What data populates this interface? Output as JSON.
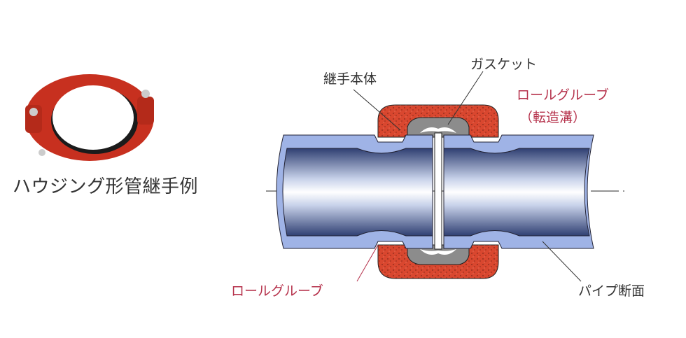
{
  "photo": {
    "caption": "ハウジング形管継手例"
  },
  "diagram": {
    "labels": {
      "coupling_body": "継手本体",
      "gasket": "ガスケット",
      "roll_groove_top": "ロールグルーブ",
      "roll_groove_top_sub": "（転造溝）",
      "roll_groove_bottom": "ロールグルーブ",
      "pipe_section": "パイプ断面"
    }
  },
  "colors": {
    "coupling": "#d9472f",
    "pipe_wall": "#9fb3e6",
    "pipe_inner": "#4a5a8c",
    "label_red": "#b5304a",
    "gasket": "#8c8c8c"
  }
}
